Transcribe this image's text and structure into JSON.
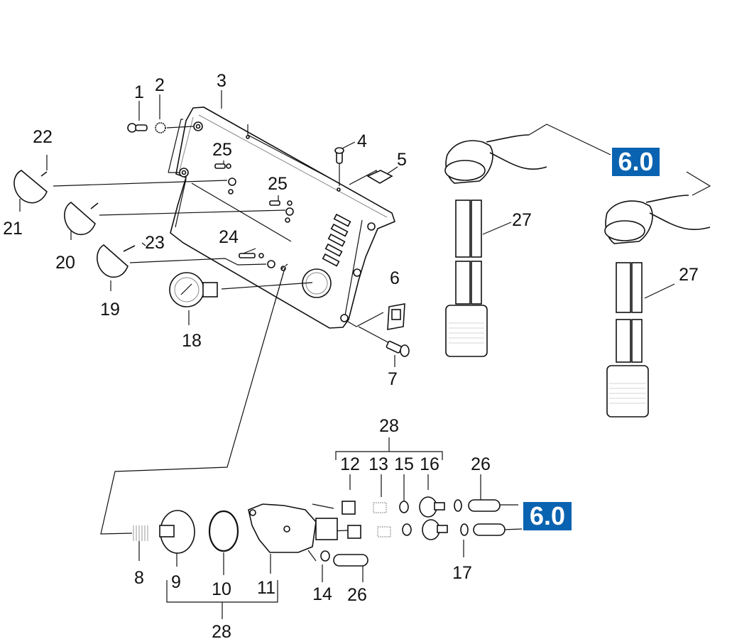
{
  "diagram": {
    "title": "Exploded parts diagram - control panel, pump unit and level probes",
    "callouts": [
      {
        "id": "c1",
        "text": "1"
      },
      {
        "id": "c2",
        "text": "2"
      },
      {
        "id": "c3",
        "text": "3"
      },
      {
        "id": "c4",
        "text": "4"
      },
      {
        "id": "c5",
        "text": "5"
      },
      {
        "id": "c6",
        "text": "6"
      },
      {
        "id": "c7",
        "text": "7"
      },
      {
        "id": "c8",
        "text": "8"
      },
      {
        "id": "c9",
        "text": "9"
      },
      {
        "id": "c10",
        "text": "10"
      },
      {
        "id": "c11",
        "text": "11"
      },
      {
        "id": "c12",
        "text": "12"
      },
      {
        "id": "c13",
        "text": "13"
      },
      {
        "id": "c14",
        "text": "14"
      },
      {
        "id": "c15",
        "text": "15"
      },
      {
        "id": "c16",
        "text": "16"
      },
      {
        "id": "c17",
        "text": "17"
      },
      {
        "id": "c18",
        "text": "18"
      },
      {
        "id": "c19",
        "text": "19"
      },
      {
        "id": "c20",
        "text": "20"
      },
      {
        "id": "c21",
        "text": "21"
      },
      {
        "id": "c22",
        "text": "22"
      },
      {
        "id": "c23",
        "text": "23"
      },
      {
        "id": "c24",
        "text": "24"
      },
      {
        "id": "c25a",
        "text": "25"
      },
      {
        "id": "c25b",
        "text": "25"
      },
      {
        "id": "c26a",
        "text": "26"
      },
      {
        "id": "c26b",
        "text": "26"
      },
      {
        "id": "c27a",
        "text": "27"
      },
      {
        "id": "c27b",
        "text": "27"
      },
      {
        "id": "c28a",
        "text": "28"
      },
      {
        "id": "c28b",
        "text": "28"
      }
    ],
    "references": [
      {
        "id": "ref-top",
        "text": "6.0"
      },
      {
        "id": "ref-bottom",
        "text": "6.0"
      }
    ],
    "colors": {
      "reference_box": "#0a63b0",
      "reference_text": "#ffffff",
      "line_art": "#111111"
    }
  }
}
